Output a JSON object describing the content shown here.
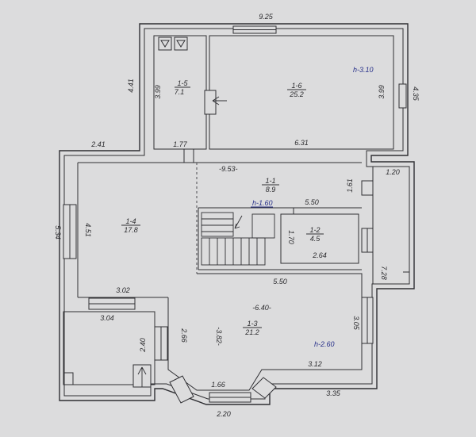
{
  "dimensions": {
    "top_width": "9.25",
    "left_upper_height": "4.41",
    "bath_height": "3.99",
    "big_room_height_left": "3.99",
    "right_upper_height": "4.35",
    "left_step": "2.41",
    "bath_width": "1.77",
    "big_room_width": "6.31",
    "corridor_length": "9.53",
    "upper_landing": "1.61",
    "east_width": "1.20",
    "outer_left": "5.34",
    "room4_height": "4.51",
    "stair_run": "5.50",
    "room2_height": "1.70",
    "room2_width": "2.64",
    "east_height": "7.28",
    "room4_width": "3.02",
    "lower_width": "5.50",
    "lower_left": "3.04",
    "room3_height_left": "2.66",
    "room3_height_mid": "3.82",
    "room3_width": "6.40",
    "room3_height_right": "3.05",
    "small_left": "2.40",
    "bay_inner": "1.66",
    "room3_right_bottom": "3.12",
    "bottom_right": "3.35",
    "bay_bottom": "2.20"
  },
  "rooms": [
    {
      "id": "1-1",
      "area": "8.9"
    },
    {
      "id": "1-2",
      "area": "4.5"
    },
    {
      "id": "1-3",
      "area": "21.2"
    },
    {
      "id": "1-4",
      "area": "17.8"
    },
    {
      "id": "1-5",
      "area": "7.1"
    },
    {
      "id": "1-6",
      "area": "25.2"
    }
  ],
  "heights": {
    "big_room": "h-3.10",
    "stair": "h-1.60",
    "lower": "h-2.60"
  },
  "colors": {
    "paper": "#dcdcdd",
    "ink": "#2f2f33",
    "annotation_blue": "#27308a"
  }
}
